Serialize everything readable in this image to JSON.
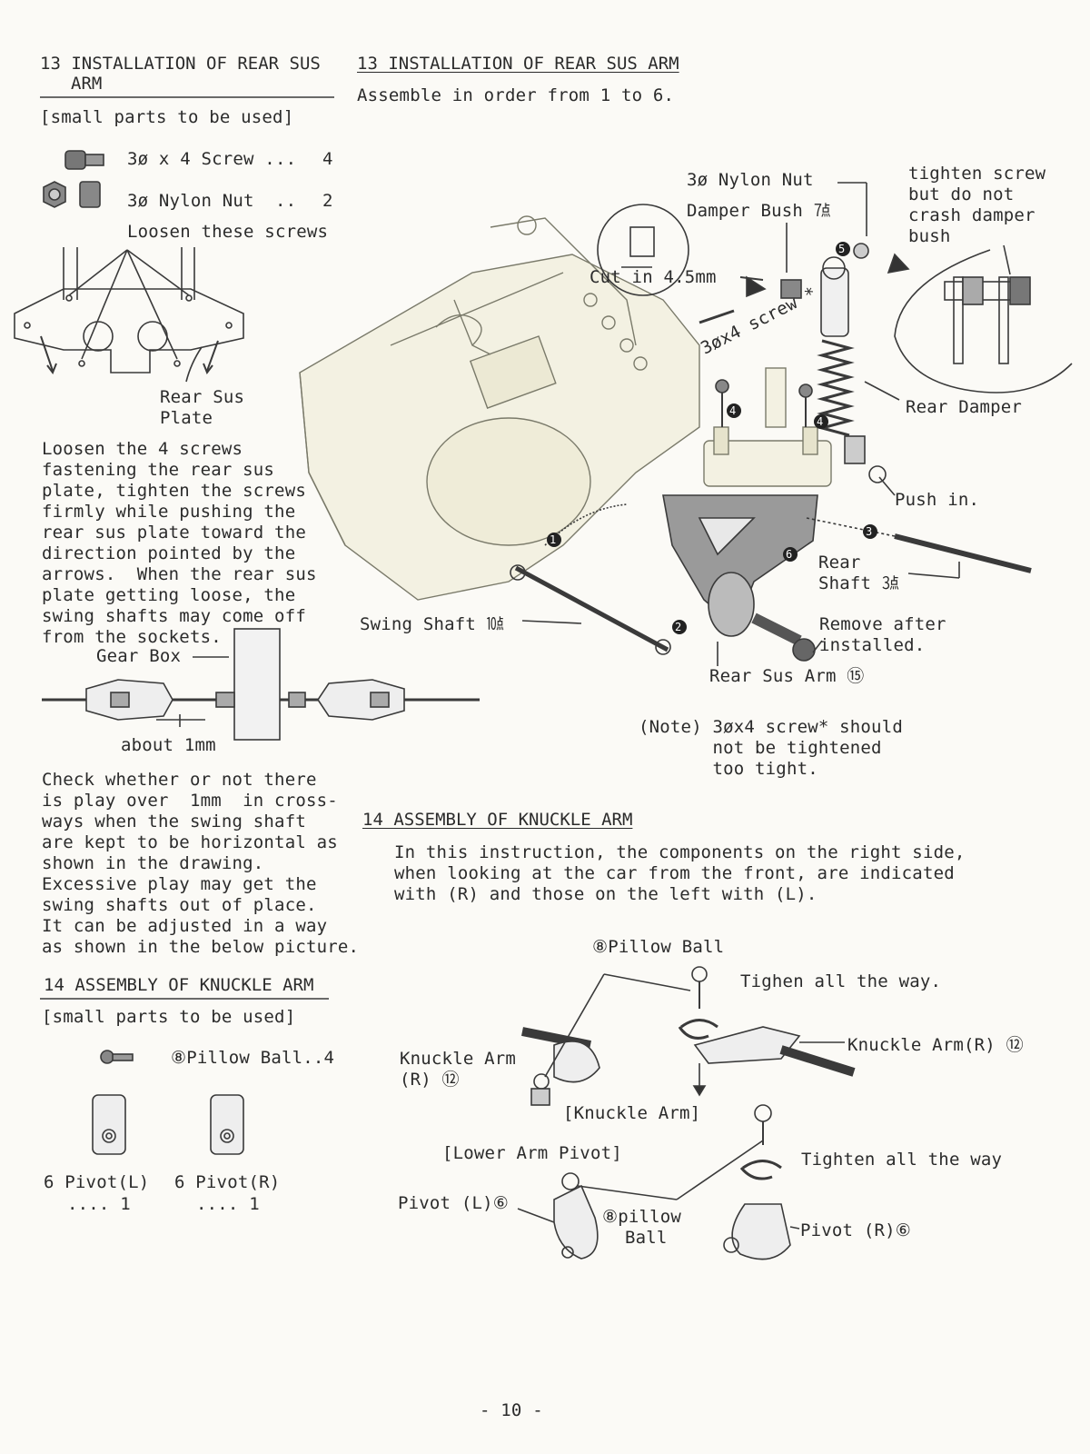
{
  "left": {
    "heading_line1": "13 INSTALLATION OF REAR SUS",
    "heading_line2": "ARM",
    "small_parts": "[small parts to be used]",
    "parts": [
      {
        "label": "3ø x 4 Screw ...",
        "qty": "4"
      },
      {
        "label": "3ø Nylon Nut  ..",
        "qty": "2"
      }
    ],
    "loosen_label": "Loosen these screws",
    "rear_sus_plate_1": "Rear Sus",
    "rear_sus_plate_2": "Plate",
    "para1": [
      "Loosen the 4 screws",
      "fastening the rear sus",
      "plate, tighten the screws",
      "firmly while pushing the",
      "rear sus plate toward the",
      "direction pointed by the",
      "arrows.  When the rear sus",
      "plate getting loose, the",
      "swing shafts may come off",
      "from the sockets."
    ],
    "gear_box": "Gear Box",
    "about_1mm": "about 1mm",
    "para2": [
      "Check whether or not there",
      "is play over  1mm  in cross-",
      "ways when the swing shaft",
      "are kept to be horizontal as",
      "shown in the drawing.",
      "Excessive play may get the",
      "swing shafts out of place.",
      "It can be adjusted in a way",
      "as shown in the below picture."
    ],
    "heading14": "14 ASSEMBLY OF KNUCKLE ARM",
    "small_parts2": "[small parts to be used]",
    "pillow_ball_part": "⑧Pillow Ball..4",
    "pivot_l": "6 Pivot(L)",
    "pivot_r": "6 Pivot(R)",
    "pivot_l_qty": ".... 1",
    "pivot_r_qty": ".... 1"
  },
  "right": {
    "heading13": "13 INSTALLATION OF REAR SUS ARM",
    "assemble": "Assemble in order from 1 to 6.",
    "nylon_nut": "3ø Nylon Nut",
    "damper_bush": "Damper Bush ㍟",
    "tighten_screw": [
      "tighten screw",
      "but do not",
      "crash damper",
      "bush"
    ],
    "cut_in": "Cut in 4.5mm",
    "screw_label": "3øx4 screw *",
    "rear_damper": "Rear Damper",
    "push_in": "Push in.",
    "rear_shaft_1": "Rear",
    "rear_shaft_2": "Shaft ㍛",
    "swing_shaft": "Swing Shaft ㍢",
    "remove_after_1": "Remove after",
    "remove_after_2": "installed.",
    "rear_sus_arm": "Rear Sus Arm ⑮",
    "note": [
      "(Note) 3øx4 screw* should",
      "       not be tightened",
      "       too tight."
    ],
    "heading14": "14 ASSEMBLY OF KNUCKLE ARM",
    "instruction": [
      "In this instruction, the components on the right side,",
      "when looking at the car from the front, are indicated",
      "with (R) and those on the left with (L)."
    ],
    "pillow_ball": "⑧Pillow Ball",
    "tighen": "Tighen all the way.",
    "knuckle_arm_r_right": "Knuckle Arm(R) ⑫",
    "knuckle_arm_r_left_1": "Knuckle Arm",
    "knuckle_arm_r_left_2": "(R) ⑫",
    "knuckle_arm_bracket": "[Knuckle Arm]",
    "lower_arm_pivot": "[Lower Arm Pivot]",
    "tighten_all": "Tighten all the way",
    "pivot_l": "Pivot (L)⑥",
    "pillow_ball2_1": "⑧pillow",
    "pillow_ball2_2": "Ball",
    "pivot_r": "Pivot (R)⑥",
    "step_numbers": [
      "1",
      "2",
      "3",
      "4",
      "4",
      "5",
      "6"
    ]
  },
  "page_number": "- 10 -"
}
